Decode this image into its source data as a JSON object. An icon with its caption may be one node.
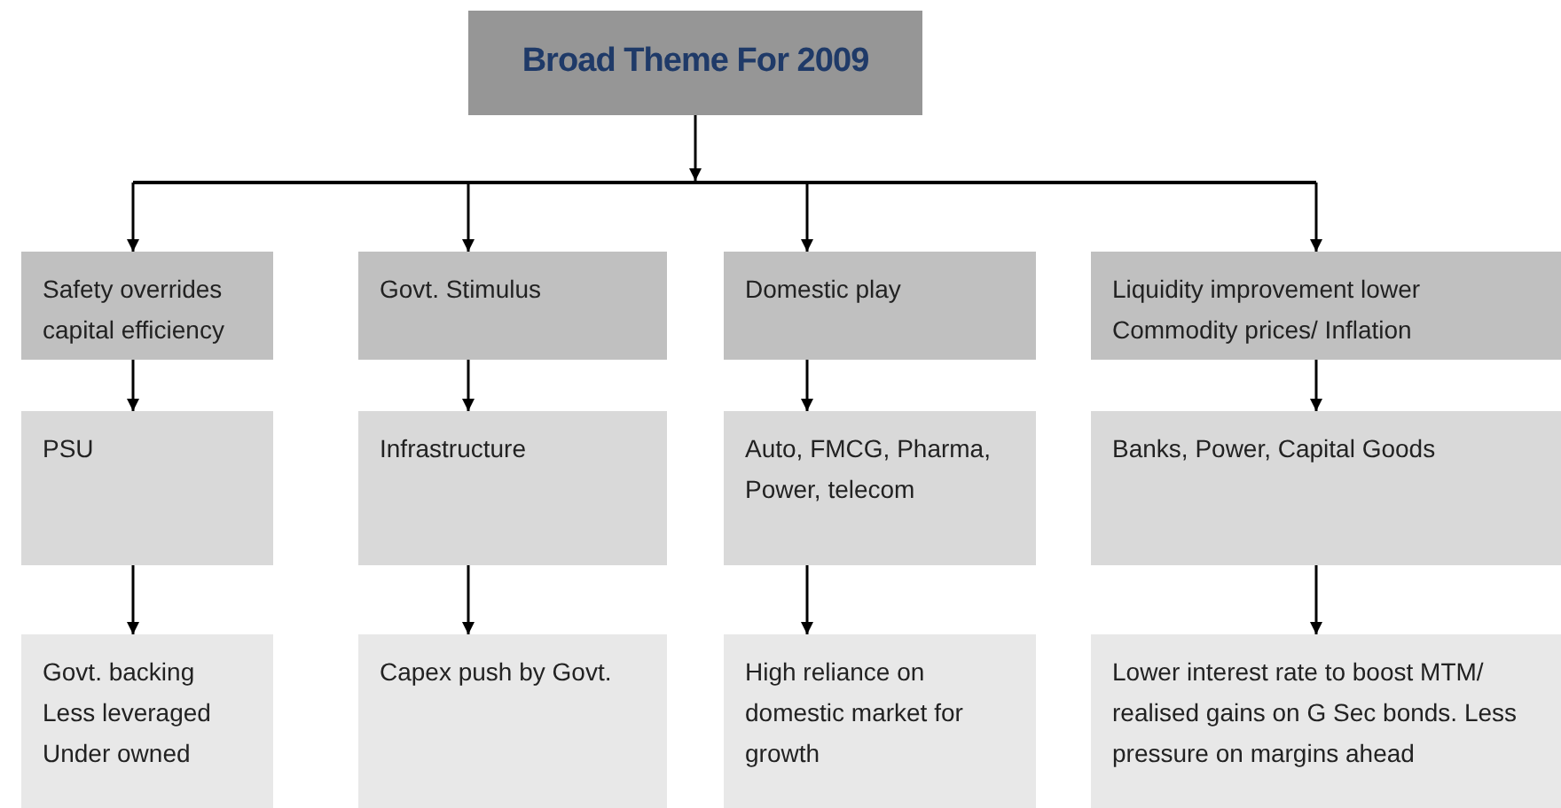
{
  "diagram": {
    "nodes": [
      {
        "text": [
          "Broad Theme For 2009"
        ]
      },
      {
        "text": [
          "Safety overrides capital efficiency"
        ]
      },
      {
        "text": [
          "Govt. Stimulus"
        ]
      },
      {
        "text": [
          "Domestic play"
        ]
      },
      {
        "text": [
          "Liquidity improvement lower Commodity prices/ Inflation"
        ]
      },
      {
        "text": [
          "PSU"
        ]
      },
      {
        "text": [
          "Infrastructure"
        ]
      },
      {
        "text": [
          "Auto, FMCG, Pharma, Power, telecom"
        ]
      },
      {
        "text": [
          "Banks, Power, Capital Goods"
        ]
      },
      {
        "text": [
          "Govt. backing Less leveraged Under owned"
        ]
      },
      {
        "text": [
          "Capex push by Govt."
        ]
      },
      {
        "text": [
          "High reliance on domestic market for growth"
        ]
      },
      {
        "text": [
          "Lower interest rate to boost MTM/ realised gains on G Sec bonds. Less pressure on margins ahead"
        ]
      }
    ],
    "edges": [
      {
        "from": 0,
        "to": 1,
        "arrow": "to"
      },
      {
        "from": 0,
        "to": 2,
        "arrow": "to"
      },
      {
        "from": 0,
        "to": 3,
        "arrow": "to"
      },
      {
        "from": 0,
        "to": 4,
        "arrow": "to"
      },
      {
        "from": 1,
        "to": 5,
        "arrow": "to"
      },
      {
        "from": 2,
        "to": 6,
        "arrow": "to"
      },
      {
        "from": 3,
        "to": 7,
        "arrow": "to"
      },
      {
        "from": 4,
        "to": 8,
        "arrow": "to"
      },
      {
        "from": 5,
        "to": 9,
        "arrow": "to"
      },
      {
        "from": 6,
        "to": 10,
        "arrow": "to"
      },
      {
        "from": 7,
        "to": 11,
        "arrow": "to"
      },
      {
        "from": 8,
        "to": 12,
        "arrow": "to"
      }
    ]
  }
}
